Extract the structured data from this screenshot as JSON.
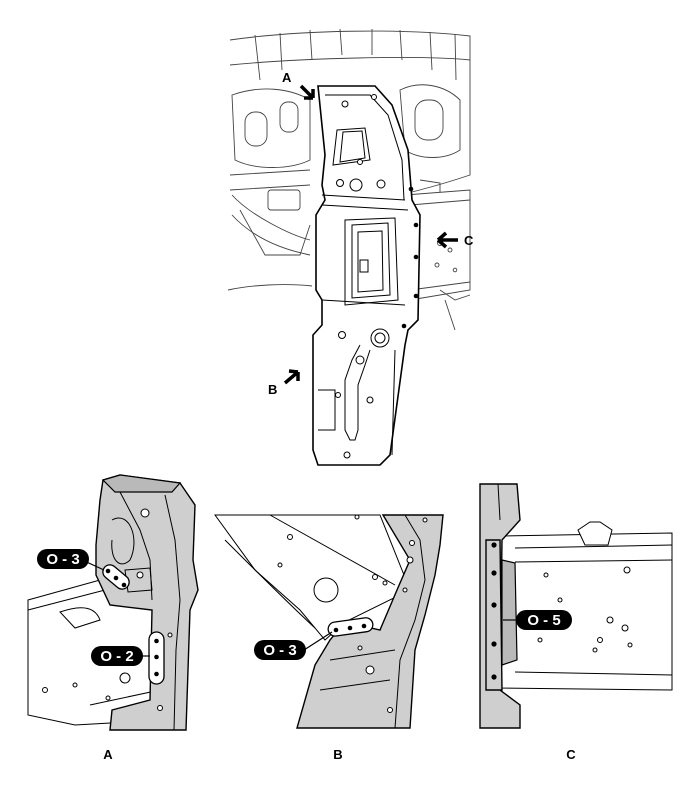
{
  "main_view": {
    "arrow_a": "A",
    "arrow_b": "B",
    "arrow_c": "C"
  },
  "details": [
    {
      "caption": "A",
      "tags": [
        "O - 3",
        "O - 2"
      ]
    },
    {
      "caption": "B",
      "tags": [
        "O - 3"
      ]
    },
    {
      "caption": "C",
      "tags": [
        "O - 5"
      ]
    }
  ],
  "colors": {
    "part_fill": "#cfcfcf",
    "tag_fill": "#000000",
    "tag_text": "#ffffff"
  }
}
